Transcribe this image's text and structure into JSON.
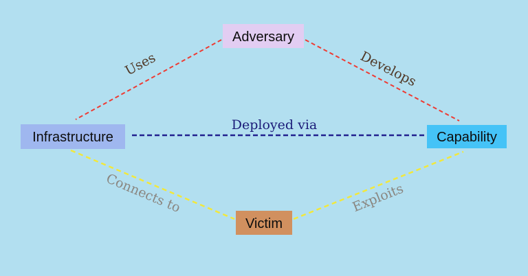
{
  "canvas": {
    "background": "#b2dff0"
  },
  "nodes": [
    {
      "id": "adversary",
      "label": "Adversary",
      "fill": "#e2cdf2",
      "text_color": "#0d0d0d"
    },
    {
      "id": "infrastructure",
      "label": "Infrastructure",
      "fill": "#9fb7ef",
      "text_color": "#0d0d0d"
    },
    {
      "id": "capability",
      "label": "Capability",
      "fill": "#45c3f7",
      "text_color": "#0d0d0d"
    },
    {
      "id": "victim",
      "label": "Victim",
      "fill": "#d1905f",
      "text_color": "#0d0d0d"
    }
  ],
  "edges": [
    {
      "id": "uses",
      "from": "Adversary",
      "to": "Infrastructure",
      "label": "Uses",
      "line_color": "#ee3b33",
      "label_color": "#503826",
      "style": "dashed"
    },
    {
      "id": "develops",
      "from": "Adversary",
      "to": "Capability",
      "label": "Develops",
      "line_color": "#ee3b33",
      "label_color": "#503826",
      "style": "dashed"
    },
    {
      "id": "deployed-via",
      "from": "Infrastructure",
      "to": "Capability",
      "label": "Deployed via",
      "line_color": "#21218f",
      "label_color": "#1b1b78",
      "style": "dashed"
    },
    {
      "id": "connects-to",
      "from": "Infrastructure",
      "to": "Victim",
      "label": "Connects to",
      "line_color": "#f2e83c",
      "label_color": "#8a8680",
      "style": "dashed"
    },
    {
      "id": "exploits",
      "from": "Capability",
      "to": "Victim",
      "label": "Exploits",
      "line_color": "#f2e83c",
      "label_color": "#8a8680",
      "style": "dashed"
    }
  ]
}
